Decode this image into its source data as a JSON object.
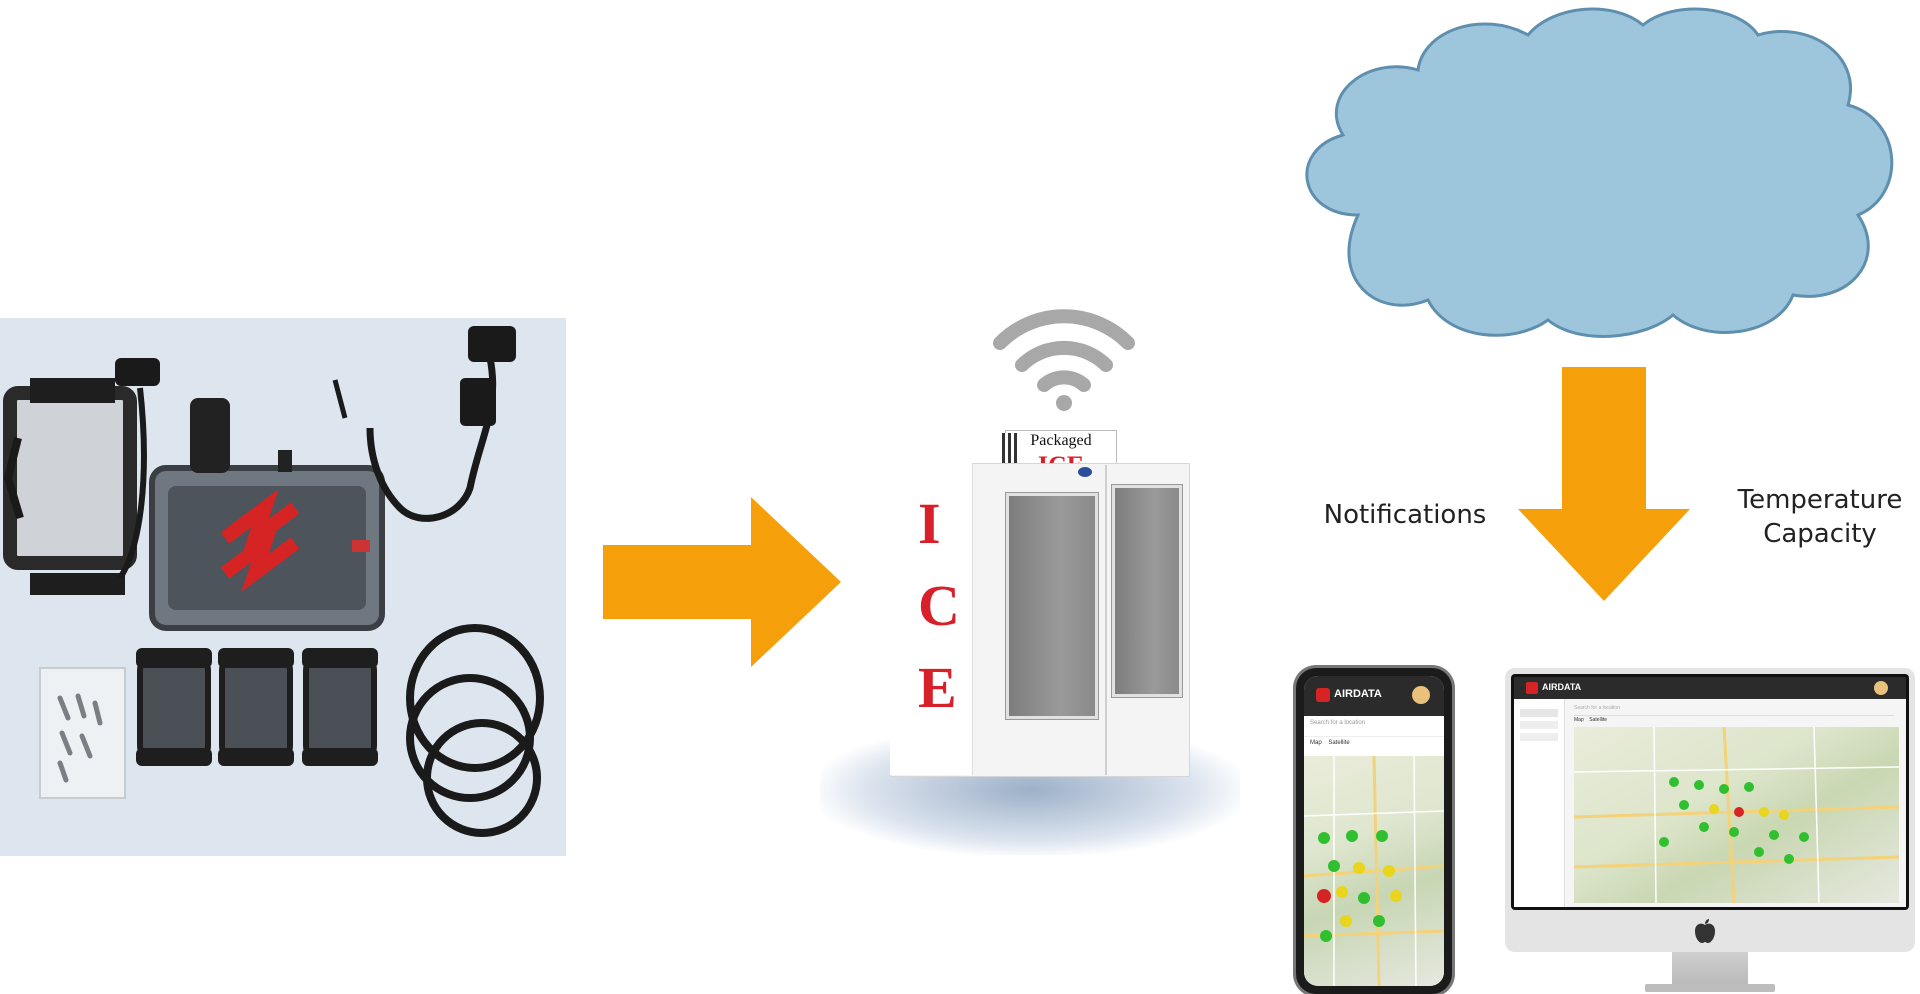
{
  "labels": {
    "notifications": "Notifications",
    "temperature": "Temperature",
    "capacity": "Capacity"
  },
  "merchandiser": {
    "sign_top": "Packaged",
    "sign_main": "ICE",
    "side_letters": [
      "I",
      "C",
      "E"
    ]
  },
  "app": {
    "brand": "AIRDATA",
    "search_placeholder": "Search for a location",
    "tab_map": "Map",
    "tab_satellite": "Satellite"
  },
  "colors": {
    "arrow": "#f5a00a",
    "cloud": "#9dc6dc",
    "cloud_stroke": "#5f8fae",
    "wifi": "#a8a8a8",
    "ice_red": "#d8202a",
    "map_green": "#2fbf2f",
    "map_yellow": "#e8d51c",
    "map_red": "#d62424"
  },
  "icons": {
    "wifi": "wifi-icon",
    "cloud": "cloud-icon",
    "apple": "apple-logo-icon"
  }
}
